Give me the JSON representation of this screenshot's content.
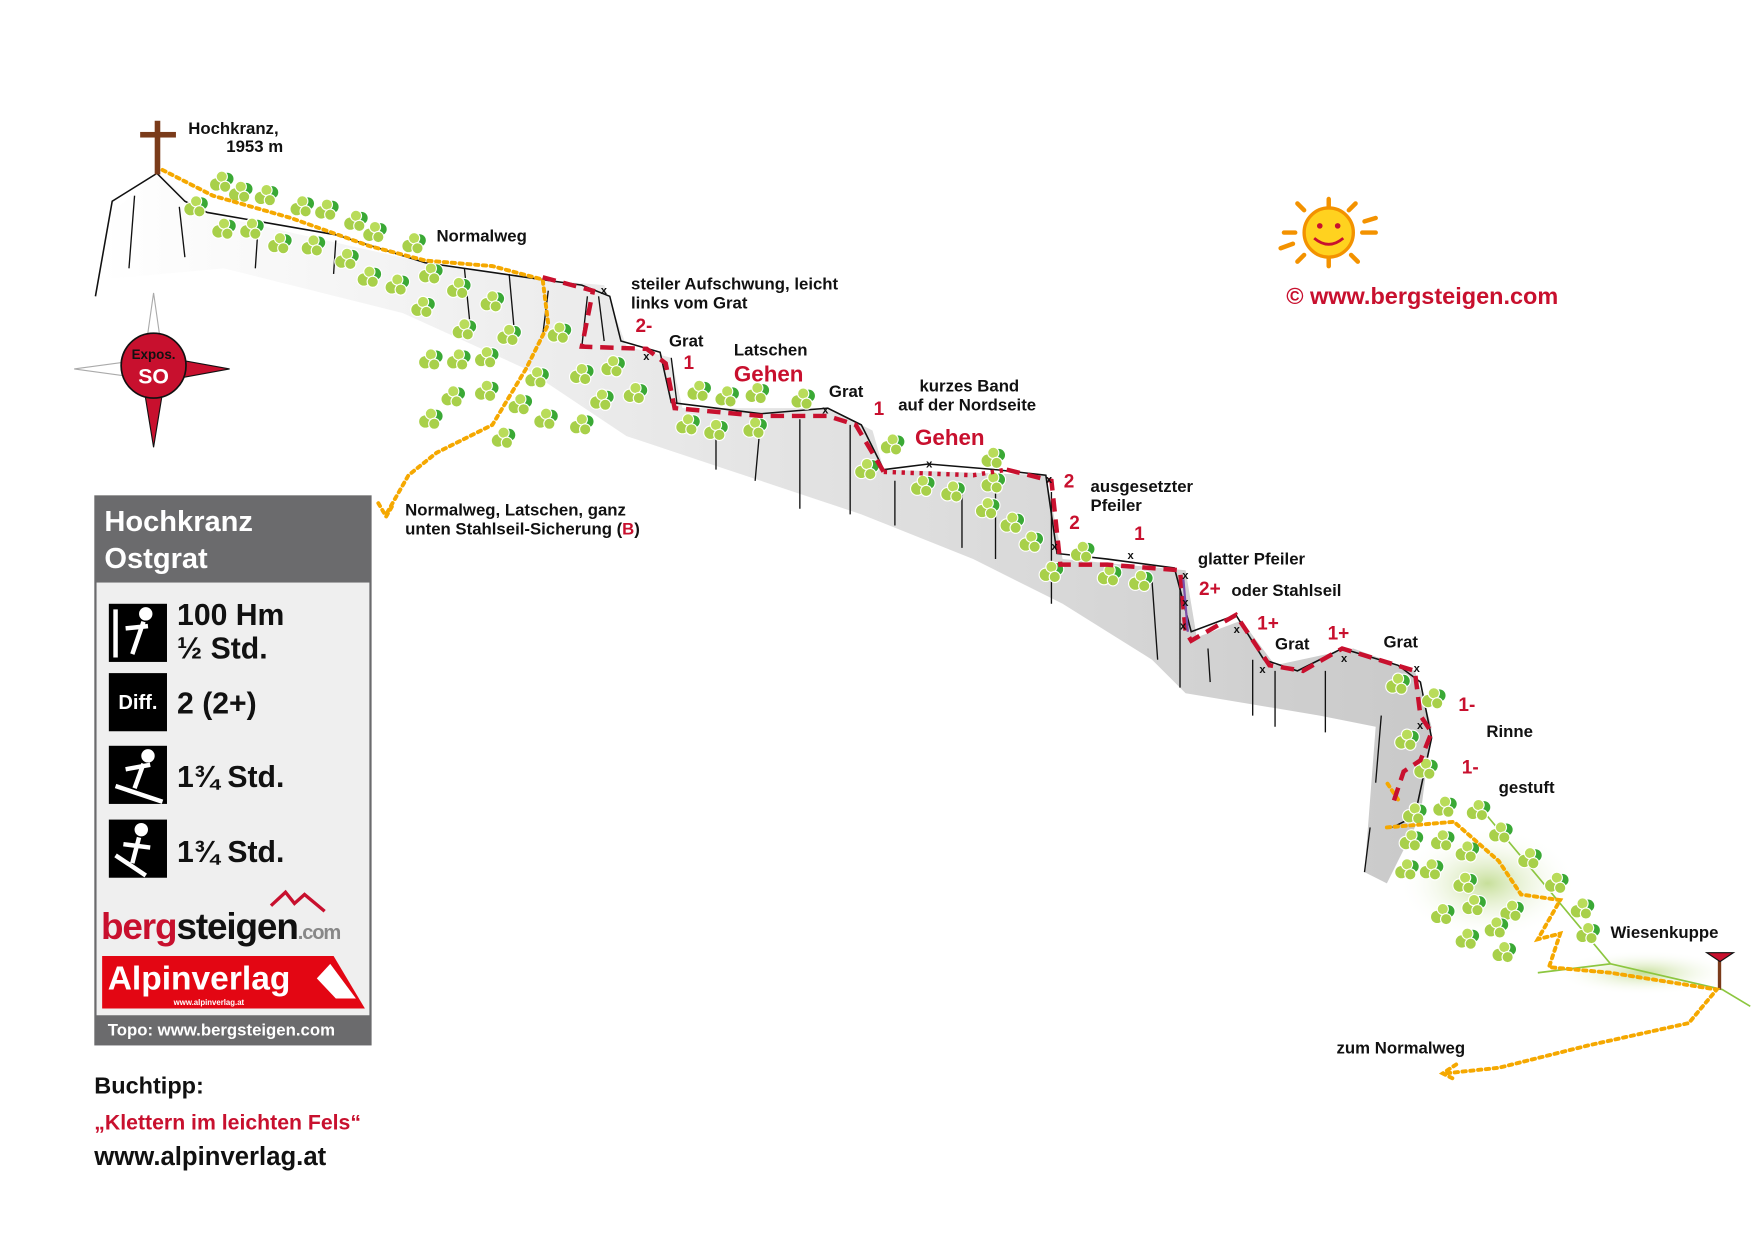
{
  "summit": {
    "name": "Hochkranz,",
    "elevation": "1953 m"
  },
  "compass": {
    "label": "Expos.",
    "value": "SO"
  },
  "labels": {
    "normalweg": "Normalweg",
    "aufschwung_1": "steiler Aufschwung, leicht",
    "aufschwung_2": "links vom Grat",
    "grat": "Grat",
    "latschen": "Latschen",
    "gehen": "Gehen",
    "band_1": "kurzes Band",
    "band_2": "auf der Nordseite",
    "pfeiler_1": "ausgesetzter",
    "pfeiler_2": "Pfeiler",
    "glatter": "glatter Pfeiler",
    "stahlseil": "oder Stahlseil",
    "rinne": "Rinne",
    "gestuft": "gestuft",
    "wiesenkuppe": "Wiesenkuppe",
    "zum_normalweg": "zum Normalweg",
    "normalweg_desc_1": "Normalweg, Latschen, ganz",
    "normalweg_desc_2": "unten Stahlseil-Sicherung (",
    "normalweg_desc_b": "B",
    "normalweg_desc_end": ")"
  },
  "grades": {
    "g2minus": "2-",
    "g1": "1",
    "g2": "2",
    "g2plus": "2+",
    "g1plus": "1+",
    "g1minus": "1-",
    "x": "x"
  },
  "copyright": "©  www.bergsteigen.com",
  "infobox": {
    "title_1": "Hochkranz",
    "title_2": "Ostgrat",
    "height": "100 Hm",
    "climb_time": "½ Std.",
    "diff_label": "Diff.",
    "difficulty": "2 (2+)",
    "ascent_time": "1¾ Std.",
    "descent_time": "1¾ Std.",
    "logo_berg": "berg",
    "logo_steigen": "steigen",
    "logo_com": ".com",
    "alpinverlag": "Alpinverlag",
    "alpinverlag_url": "www.alpinverlag.at",
    "topo": "Topo: www.bergsteigen.com"
  },
  "buchtipp": {
    "heading": "Buchtipp:",
    "title": "„Klettern im leichten Fels“",
    "url": "www.alpinverlag.at"
  },
  "colors": {
    "red": "#c8102e",
    "yellow": "#f5a800",
    "green": "#3aa935",
    "lightgreen": "#a8d04a",
    "grey": "#6b6b6d"
  }
}
